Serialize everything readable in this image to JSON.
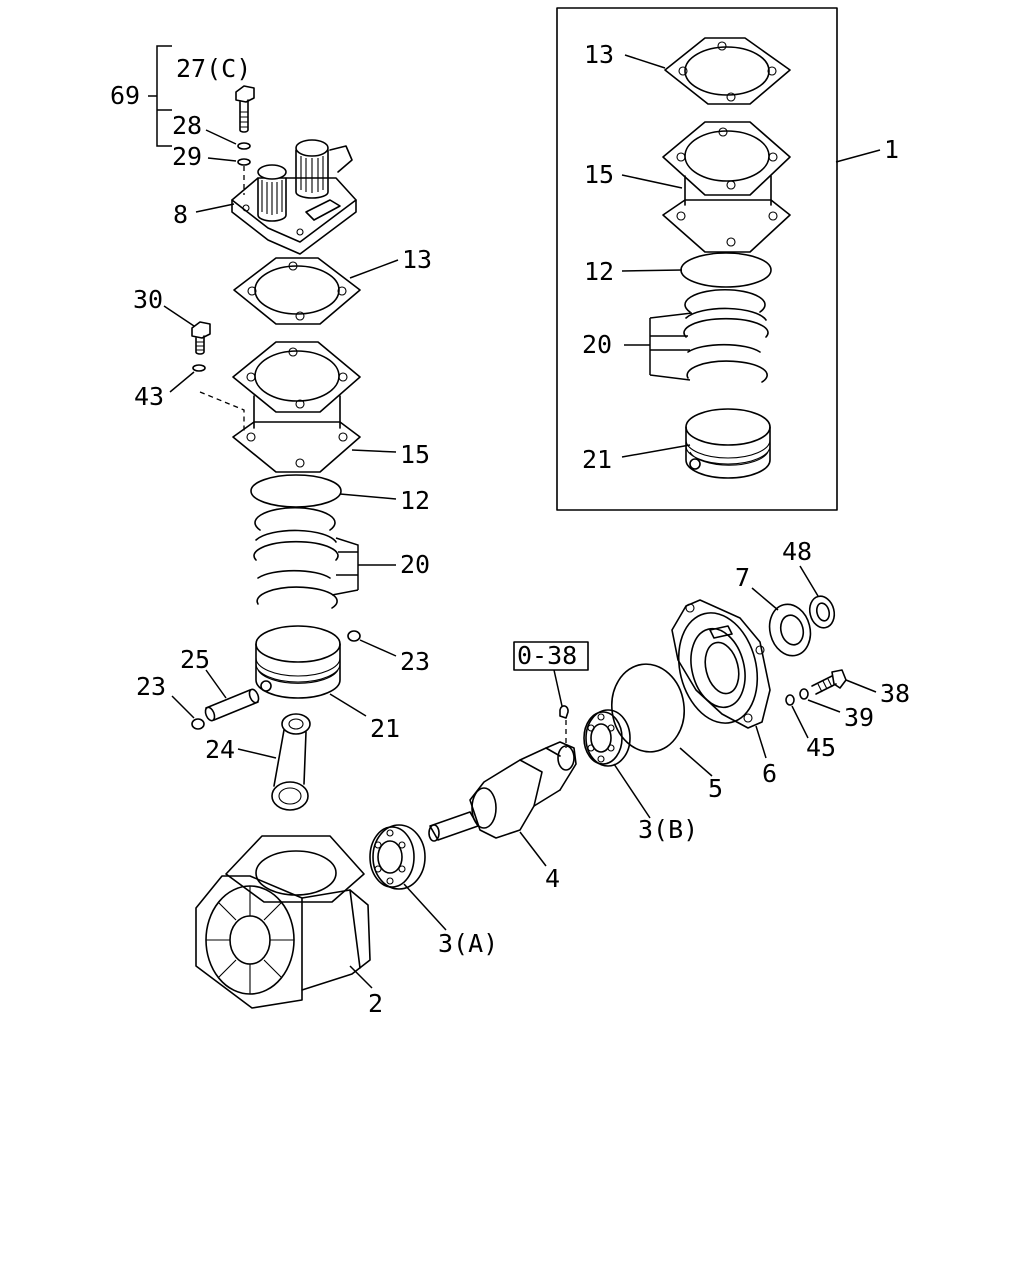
{
  "labels": {
    "l69": "69",
    "l27c": "27(C)",
    "l28": "28",
    "l29": "29",
    "l8": "8",
    "l13": "13",
    "l30": "30",
    "l43": "43",
    "l15": "15",
    "l12": "12",
    "l20": "20",
    "l23a": "23",
    "l25": "25",
    "l23b": "23",
    "l21": "21",
    "l24": "24",
    "l2": "2",
    "l3a": "3(A)",
    "l4": "4",
    "l3b": "3(B)",
    "l5": "5",
    "l6": "6",
    "l7": "7",
    "l48": "48",
    "l38": "38",
    "l39": "39",
    "l45": "45",
    "l038": "0-38",
    "kit_1": "1",
    "kit_13": "13",
    "kit_15": "15",
    "kit_12": "12",
    "kit_20": "20",
    "kit_21": "21"
  },
  "colors": {
    "line": "#000000",
    "background": "#ffffff"
  }
}
